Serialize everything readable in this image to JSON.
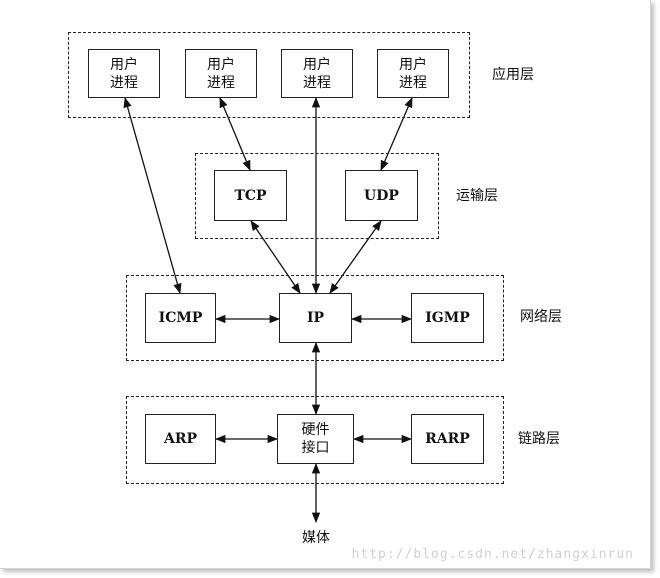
{
  "layers": {
    "application": "应用层",
    "transport": "运输层",
    "network": "网络层",
    "link": "链路层"
  },
  "application": {
    "process_1": "用户\n进程",
    "process_2": "用户\n进程",
    "process_3": "用户\n进程",
    "process_4": "用户\n进程"
  },
  "transport": {
    "tcp": "TCP",
    "udp": "UDP"
  },
  "network": {
    "icmp": "ICMP",
    "ip": "IP",
    "igmp": "IGMP"
  },
  "link": {
    "arp": "ARP",
    "hardware_interface": "硬件\n接口",
    "rarp": "RARP"
  },
  "media": "媒体",
  "watermark": "http://blog.csdn.net/zhangxinrun"
}
